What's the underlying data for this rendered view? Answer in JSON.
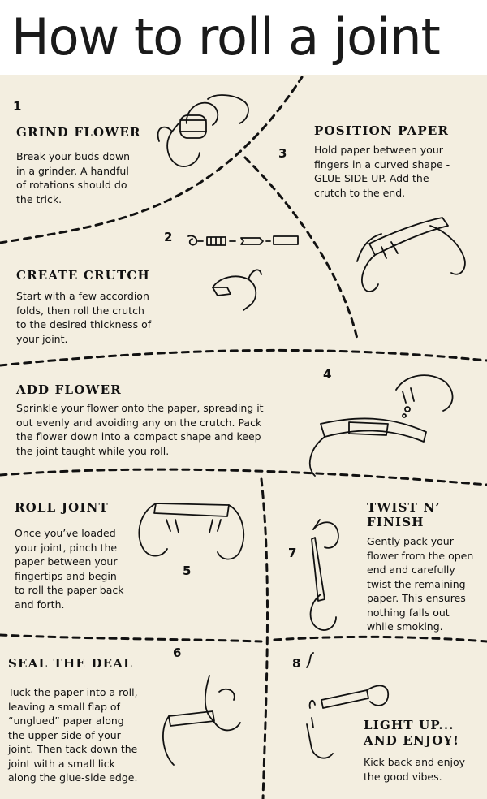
{
  "title": "How to roll a joint",
  "steps": [
    {
      "number": "1",
      "heading": "GRIND FLOWER",
      "body": "Break your buds down\nin a grinder. A handful\nof rotations should do\nthe trick."
    },
    {
      "number": "2",
      "heading": "CREATE CRUTCH",
      "body": "Start with a few accordion\nfolds, then roll the crutch\nto the desired thickness of\nyour joint."
    },
    {
      "number": "3",
      "heading": "POSITION PAPER",
      "body": "Hold paper between your\nfingers in a curved shape -\nGLUE SIDE UP. Add the\ncrutch to the end."
    },
    {
      "number": "4",
      "heading": "ADD FLOWER",
      "body": "Sprinkle your flower onto the paper, spreading it\nout evenly and avoiding any on the crutch. Pack\nthe flower down into a compact shape and keep\nthe joint taught while you roll."
    },
    {
      "number": "5",
      "heading": "ROLL JOINT",
      "body": "Once you’ve loaded\nyour joint, pinch the\npaper between your\nfingertips and begin\nto roll the paper back\nand forth."
    },
    {
      "number": "6",
      "heading": "SEAL THE DEAL",
      "body": "Tuck the paper into a roll,\nleaving a small flap of\n“unglued” paper along\nthe upper side of your\njoint. Then tack down the\njoint with a small lick\nalong the glue-side edge."
    },
    {
      "number": "7",
      "heading": "TWIST N’\nFINISH",
      "body": "Gently pack your\nflower from the open\nend and carefully\ntwist the remaining\npaper. This ensures\nnothing falls out\nwhile smoking."
    },
    {
      "number": "8",
      "heading": "LIGHT UP...\nAND ENJOY!",
      "body": "Kick back and enjoy\nthe good vibes."
    }
  ],
  "colors": {
    "paper": "#f3eee0",
    "ink": "#111111"
  }
}
